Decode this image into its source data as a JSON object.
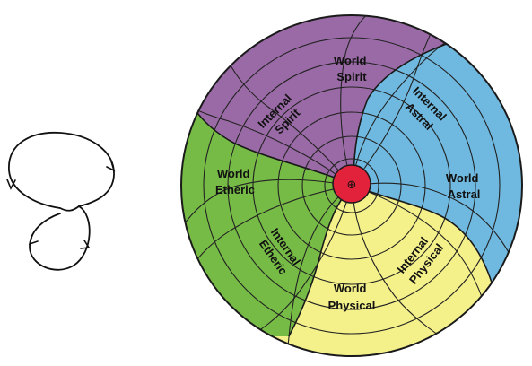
{
  "regions": [
    {
      "key": "world_spirit",
      "line1": "World",
      "line2": "Spirit",
      "color": "#9a6aa6"
    },
    {
      "key": "internal_spirit",
      "line1": "Internal",
      "line2": "Spirit",
      "color": "#9a6aa6"
    },
    {
      "key": "internal_astral",
      "line1": "Internal",
      "line2": "Astral",
      "color": "#6fb9e0"
    },
    {
      "key": "world_astral",
      "line1": "World",
      "line2": "Astral",
      "color": "#6fb9e0"
    },
    {
      "key": "internal_physical",
      "line1": "Internal",
      "line2": "Physical",
      "color": "#f4f08a"
    },
    {
      "key": "world_physical",
      "line1": "World",
      "line2": "Physical",
      "color": "#f4f08a"
    },
    {
      "key": "internal_etheric",
      "line1": "Internal",
      "line2": "Etheric",
      "color": "#77bb47"
    },
    {
      "key": "world_etheric",
      "line1": "World",
      "line2": "Etheric",
      "color": "#77bb47"
    }
  ],
  "center": {
    "symbol": "⊕",
    "color": "#e2223a"
  },
  "colors": {
    "spirit": "#9a6aa6",
    "astral": "#6fb9e0",
    "physical": "#f4f08a",
    "etheric": "#77bb47",
    "outline": "#1a1a1a"
  },
  "figure_eight": {
    "description_icon": "lemniscate-loop-icon"
  }
}
